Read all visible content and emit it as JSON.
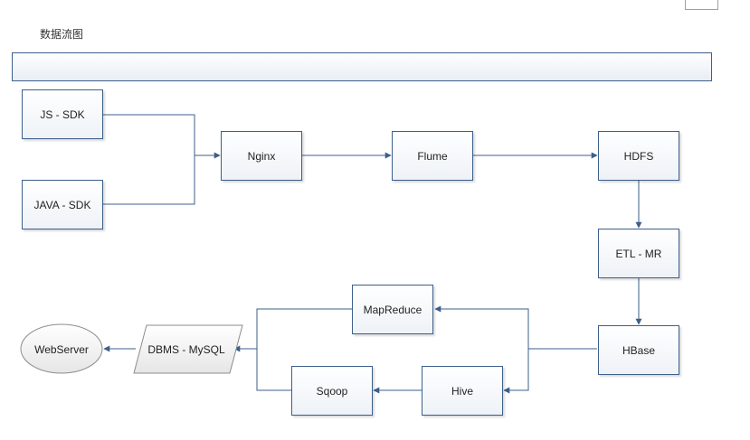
{
  "title": "数据流图",
  "nodes": {
    "js_sdk": "JS - SDK",
    "java_sdk": "JAVA - SDK",
    "nginx": "Nginx",
    "flume": "Flume",
    "hdfs": "HDFS",
    "etl_mr": "ETL - MR",
    "hbase": "HBase",
    "mapreduce": "MapReduce",
    "hive": "Hive",
    "sqoop": "Sqoop",
    "dbms_mysql": "DBMS - MySQL",
    "webserver": "WebServer"
  },
  "colors": {
    "border": "#3d5f8a",
    "connector": "#3d5f8a"
  }
}
